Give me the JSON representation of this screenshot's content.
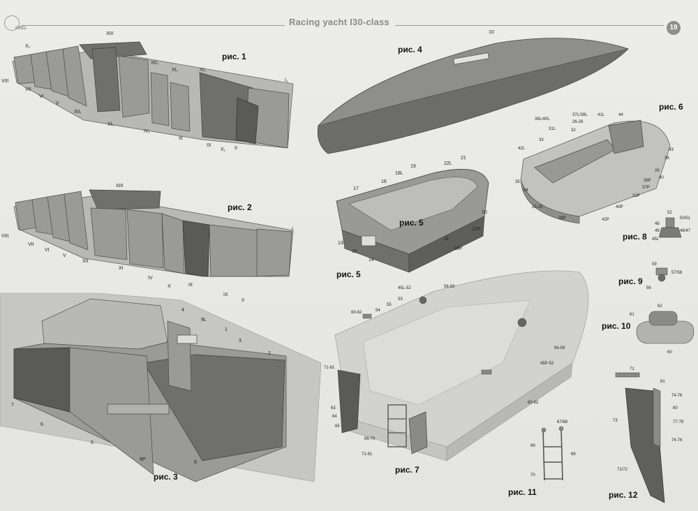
{
  "header": {
    "title": "Racing yacht I30-class",
    "page_number": "19",
    "logo_text": "OREL"
  },
  "figures": {
    "fig1": "рис. 1",
    "fig2": "рис. 2",
    "fig3": "рис. 3",
    "fig4": "рис. 4",
    "fig5a": "рис. 5",
    "fig5b": "рис. 5",
    "fig6": "рис. 6",
    "fig7": "рис. 7",
    "fig8": "рис. 8",
    "fig9": "рис. 9",
    "fig10": "рис. 10",
    "fig11": "рис. 11",
    "fig12": "рис. 12"
  },
  "labels": {
    "f1": [
      "XIII",
      "X₂",
      "XII₂",
      "XI₁",
      "IV₁",
      "I₁",
      "VIII",
      "VII",
      "VI",
      "V",
      "XII₁",
      "XI₁",
      "IV₁",
      "III",
      "IX",
      "X₁",
      "II"
    ],
    "f2": [
      "XIII",
      "I",
      "VIII",
      "VII",
      "VI",
      "V",
      "XII",
      "XI",
      "IV",
      "X",
      "III",
      "IX",
      "II"
    ],
    "f3": [
      "4",
      "9L",
      "1",
      "3",
      "2",
      "7",
      "6",
      "5",
      "9P",
      "8"
    ],
    "f4": [
      "10"
    ],
    "f5": [
      "21",
      "22L",
      "19",
      "18L",
      "16",
      "17",
      "20",
      "12P",
      "11",
      "13",
      "15",
      "14",
      "18P"
    ],
    "f6": [
      "44",
      "39L/40L",
      "37L/38L",
      "41L",
      "31L",
      "26-28",
      "32",
      "33",
      "43",
      "42L",
      "36",
      "29",
      "30",
      "35",
      "34",
      "38P",
      "37P",
      "31P",
      "23-25",
      "39P",
      "40P",
      "42P"
    ],
    "f7": [
      "45L-52",
      "56-59",
      "55",
      "53",
      "54",
      "60-62",
      "56-59",
      "45P-52",
      "60-62",
      "71-81",
      "63",
      "64",
      "65",
      "66-70",
      "71-81"
    ],
    "f8": [
      "52",
      "50/51",
      "48",
      "49",
      "46/47",
      "45L"
    ],
    "f9": [
      "59",
      "57/58",
      "56"
    ],
    "f10": [
      "61",
      "62",
      "60"
    ],
    "f11": [
      "67/68",
      "69",
      "66",
      "70"
    ],
    "f12": [
      "71",
      "81",
      "74-76",
      "80",
      "73",
      "77-79",
      "74-76",
      "71/72"
    ]
  },
  "colors": {
    "panel_light": "#9a9a96",
    "panel_dark": "#6f6f6c",
    "ghost": "#d2d2cf"
  }
}
